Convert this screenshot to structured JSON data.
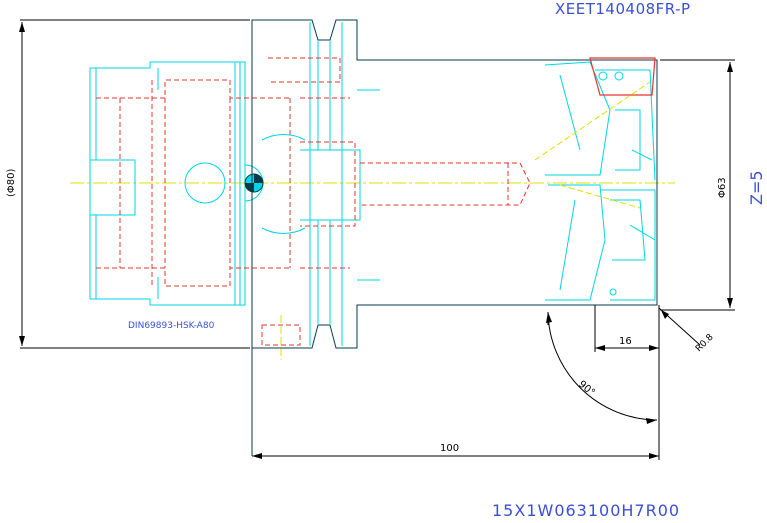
{
  "drawing": {
    "insert_code": "XEET140408FR-P",
    "tool_code": "15X1W063100H7R00",
    "flutes_label": "Z=5",
    "standard_label": "DIN69893-HSK-A80",
    "dims": {
      "shank_diameter": "(Φ80)",
      "cutter_diameter": "Φ63",
      "length": "100",
      "depth": "16",
      "corner_radius": "R0.8",
      "lead_angle": "90°"
    },
    "colors": {
      "outline": "#00d6e6",
      "body": "#0a3a4a",
      "hidden": "#e8342e",
      "centerline": "#e0e000",
      "dimension": "#000000",
      "text_blue": "#3b4fd6"
    }
  }
}
